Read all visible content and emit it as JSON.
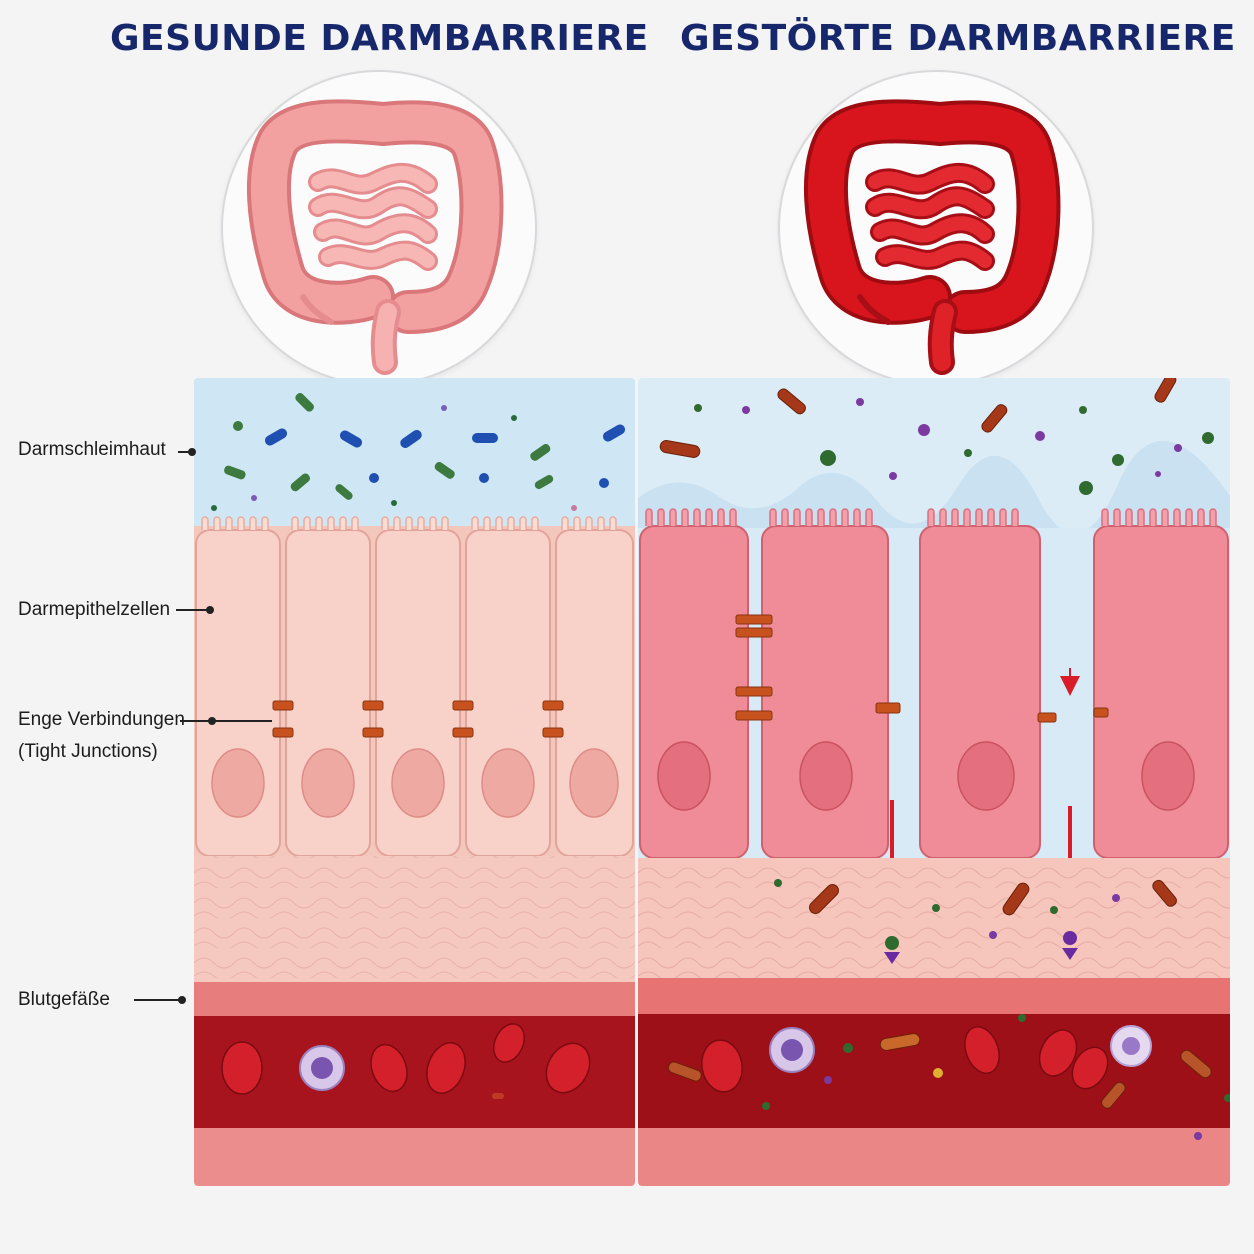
{
  "titles": {
    "left": "GESUNDE DARMBARRIERE",
    "right": "GESTÖRTE DARMBARRIERE"
  },
  "labels": {
    "mucosa": "Darmschleimhaut",
    "epithelial": "Darmepithelzellen",
    "tight_junctions_1": "Enge Verbindungen",
    "tight_junctions_2": "(Tight Junctions)",
    "blood_vessels": "Blutgefäße"
  },
  "colors": {
    "title": "#16276b",
    "healthy_intestine": "#f2a0a0",
    "inflamed_intestine": "#d8141c",
    "mucus": "#cfe6f4",
    "healthy_cell": "#f8d2c8",
    "inflamed_cell": "#ef8c98",
    "tight_junction": "#c8521e",
    "blood": "#a8141e",
    "arrow": "#d81c2a"
  }
}
